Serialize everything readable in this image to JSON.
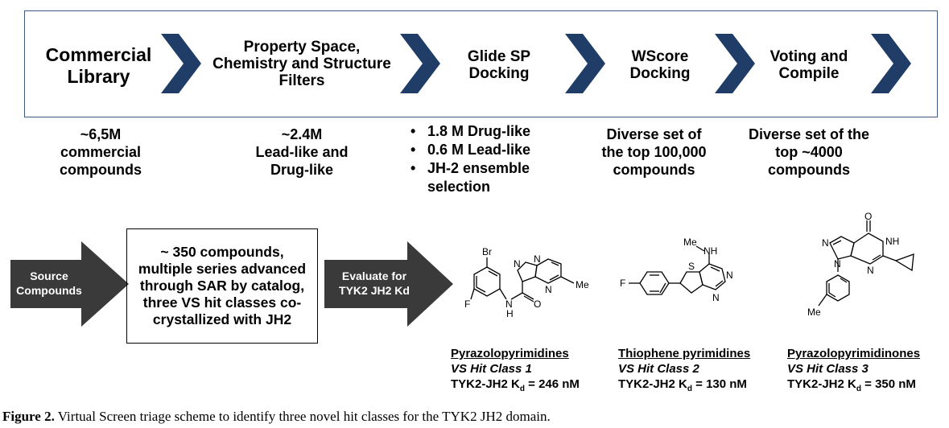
{
  "flow": {
    "steps": [
      {
        "label_lines": [
          "Commercial",
          "Library"
        ],
        "desc_lines": [
          "~6,5M",
          "commercial",
          "compounds"
        ]
      },
      {
        "label_lines": [
          "Property Space,",
          "Chemistry and Structure",
          "Filters"
        ],
        "desc_lines": [
          "~2.4M",
          "Lead-like and",
          "Drug-like"
        ]
      },
      {
        "label_lines": [
          "Glide SP",
          "Docking"
        ],
        "bullets": [
          "1.8 M Drug-like",
          "0.6 M Lead-like",
          "JH-2 ensemble",
          "selection"
        ]
      },
      {
        "label_lines": [
          "WScore",
          "Docking"
        ],
        "desc_lines": [
          "Diverse set of",
          "the top 100,000",
          "compounds"
        ]
      },
      {
        "label_lines": [
          "Voting and",
          "Compile"
        ],
        "desc_lines": [
          "Diverse set of the",
          "top ~4000",
          "compounds"
        ]
      }
    ],
    "chevron_color": "#1f3d66"
  },
  "lower": {
    "source_lines": [
      "Source",
      "Compounds"
    ],
    "summary_lines": [
      "~ 350 compounds,",
      "multiple series advanced",
      "through  SAR by catalog,",
      "three VS hit classes co-",
      "crystallized with JH2"
    ],
    "evaluate_lines": [
      "Evaluate for",
      "TYK2 JH2 Kd"
    ],
    "arrow_color": "#3a3a3a"
  },
  "molecules": [
    {
      "name": "Pyrazolopyrimidines",
      "hit_class": "VS Hit Class 1",
      "kd_prefix": "TYK2-JH2 K",
      "kd_sub": "d",
      "kd_value": " = 246 nM",
      "atoms": {
        "br": "Br",
        "f": "F",
        "n1": "N",
        "n2": "N",
        "n3": "N",
        "nh": "N",
        "h": "H",
        "o": "O",
        "me": "Me"
      }
    },
    {
      "name": "Thiophene pyrimidines",
      "hit_class": "VS Hit Class 2",
      "kd_prefix": "TYK2-JH2 K",
      "kd_sub": "d",
      "kd_value": " = 130 nM",
      "atoms": {
        "me": "Me",
        "nh": "NH",
        "f": "F",
        "s": "S",
        "n1": "N",
        "n2": "N"
      }
    },
    {
      "name": "Pyrazolopyrimidinones",
      "hit_class": "VS Hit Class 3",
      "kd_prefix": "TYK2-JH2 K",
      "kd_sub": "d",
      "kd_value": " = 350 nM",
      "atoms": {
        "o": "O",
        "nh": "NH",
        "n1": "N",
        "n2": "N",
        "n3": "N",
        "me": "Me"
      }
    }
  ],
  "caption": {
    "label": "Figure 2.",
    "text": " Virtual Screen triage scheme to identify three novel hit classes for the TYK2 JH2 domain."
  }
}
